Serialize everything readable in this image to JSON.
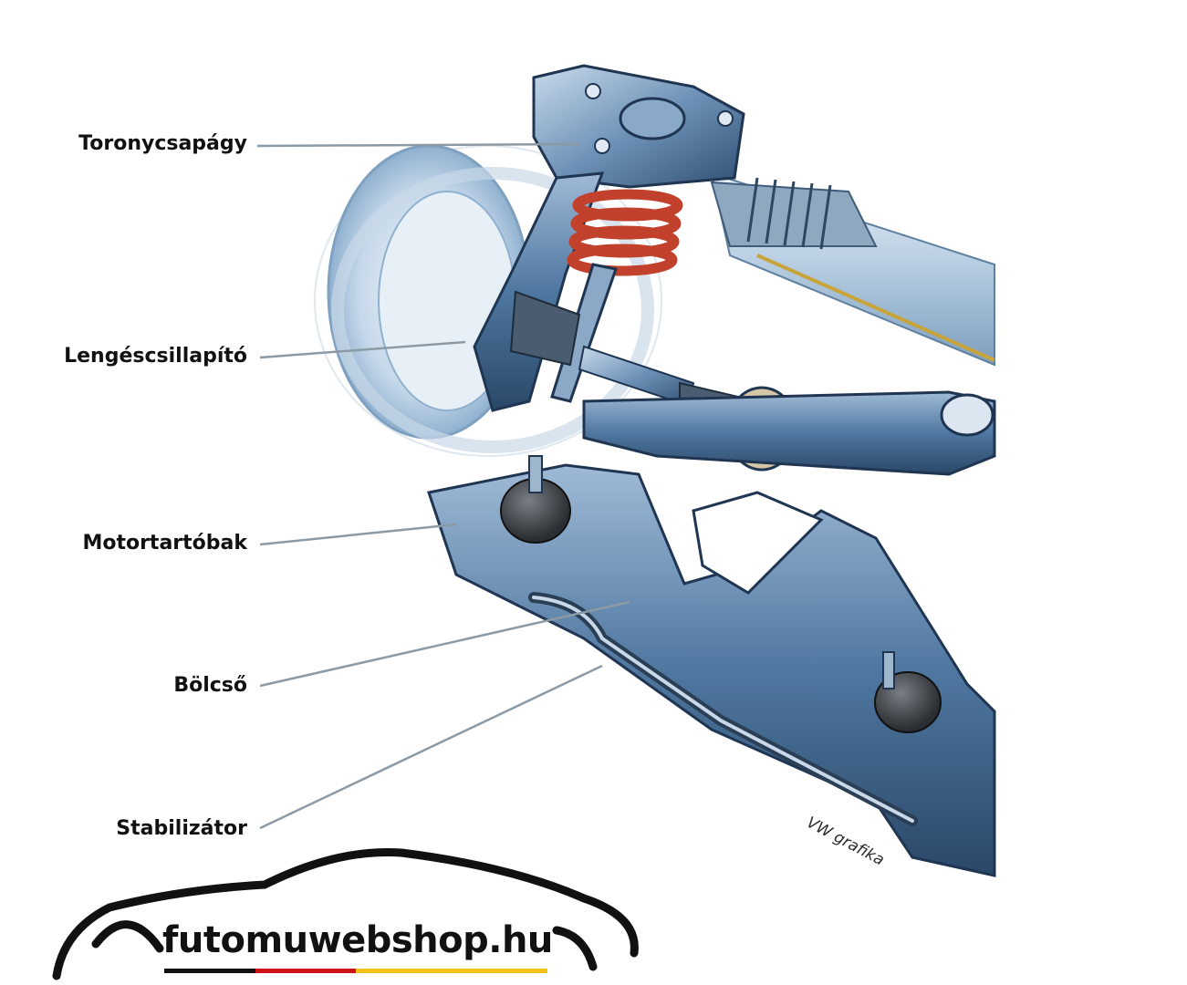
{
  "labels": [
    {
      "text": "Toronycsapágy"
    },
    {
      "text": "Lengéscsillapító"
    },
    {
      "text": "Motortartóbak"
    },
    {
      "text": "Bölcső"
    },
    {
      "text": "Stabilizátor"
    }
  ],
  "credit": "VW grafika",
  "brand": {
    "name": "futomuwebshop.hu",
    "stripe_colors": [
      "#111111",
      "#d0131a",
      "#f2c21a"
    ]
  },
  "colors": {
    "steel_dark": "#2f4f73",
    "steel_mid": "#5f86ad",
    "steel_light": "#b7cde2",
    "spring": "#c2412c",
    "leader": "#8c9aa6"
  }
}
